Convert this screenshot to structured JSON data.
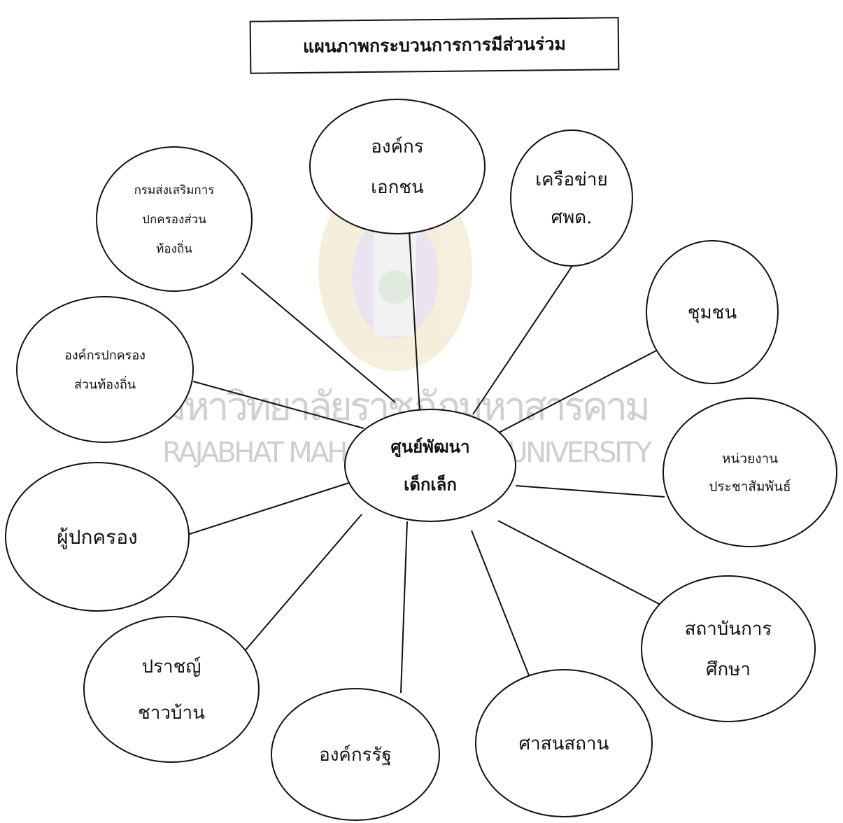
{
  "title": "แผนภาพกระบวนการการมีส่วนร่วม",
  "watermark": {
    "thai": "มหาวิทยาลัยราชภัฏมหาสารคาม",
    "english": "RAJABHAT MAHASARAKHAM UNIVERSITY"
  },
  "center": {
    "lines": [
      "ศูนย์พัฒนา",
      "เด็กเล็ก"
    ]
  },
  "nodes": [
    {
      "id": "private-org",
      "lines": [
        "องค์กร",
        "เอกชน"
      ]
    },
    {
      "id": "network",
      "lines": [
        "เครือข่าย",
        "ศพด."
      ]
    },
    {
      "id": "community",
      "lines": [
        "ชุมชน"
      ]
    },
    {
      "id": "pr-unit",
      "lines": [
        "หน่วยงาน",
        "ประชาสัมพันธ์"
      ]
    },
    {
      "id": "education-institute",
      "lines": [
        "สถาบันการ",
        "ศึกษา"
      ]
    },
    {
      "id": "religious-place",
      "lines": [
        "ศาสนสถาน"
      ]
    },
    {
      "id": "state-org",
      "lines": [
        "องค์กรรัฐ"
      ]
    },
    {
      "id": "local-wisdom",
      "lines": [
        "ปราชญ์",
        "ชาวบ้าน"
      ]
    },
    {
      "id": "parents",
      "lines": [
        "ผู้ปกครอง"
      ]
    },
    {
      "id": "local-gov-org",
      "lines": [
        "องค์กรปกครอง",
        "ส่วนท้องถิ่น"
      ]
    },
    {
      "id": "dept-local-admin",
      "lines": [
        "กรมส่งเสริมการ",
        "ปกครองส่วน",
        "ท้องถิ่น"
      ]
    }
  ]
}
